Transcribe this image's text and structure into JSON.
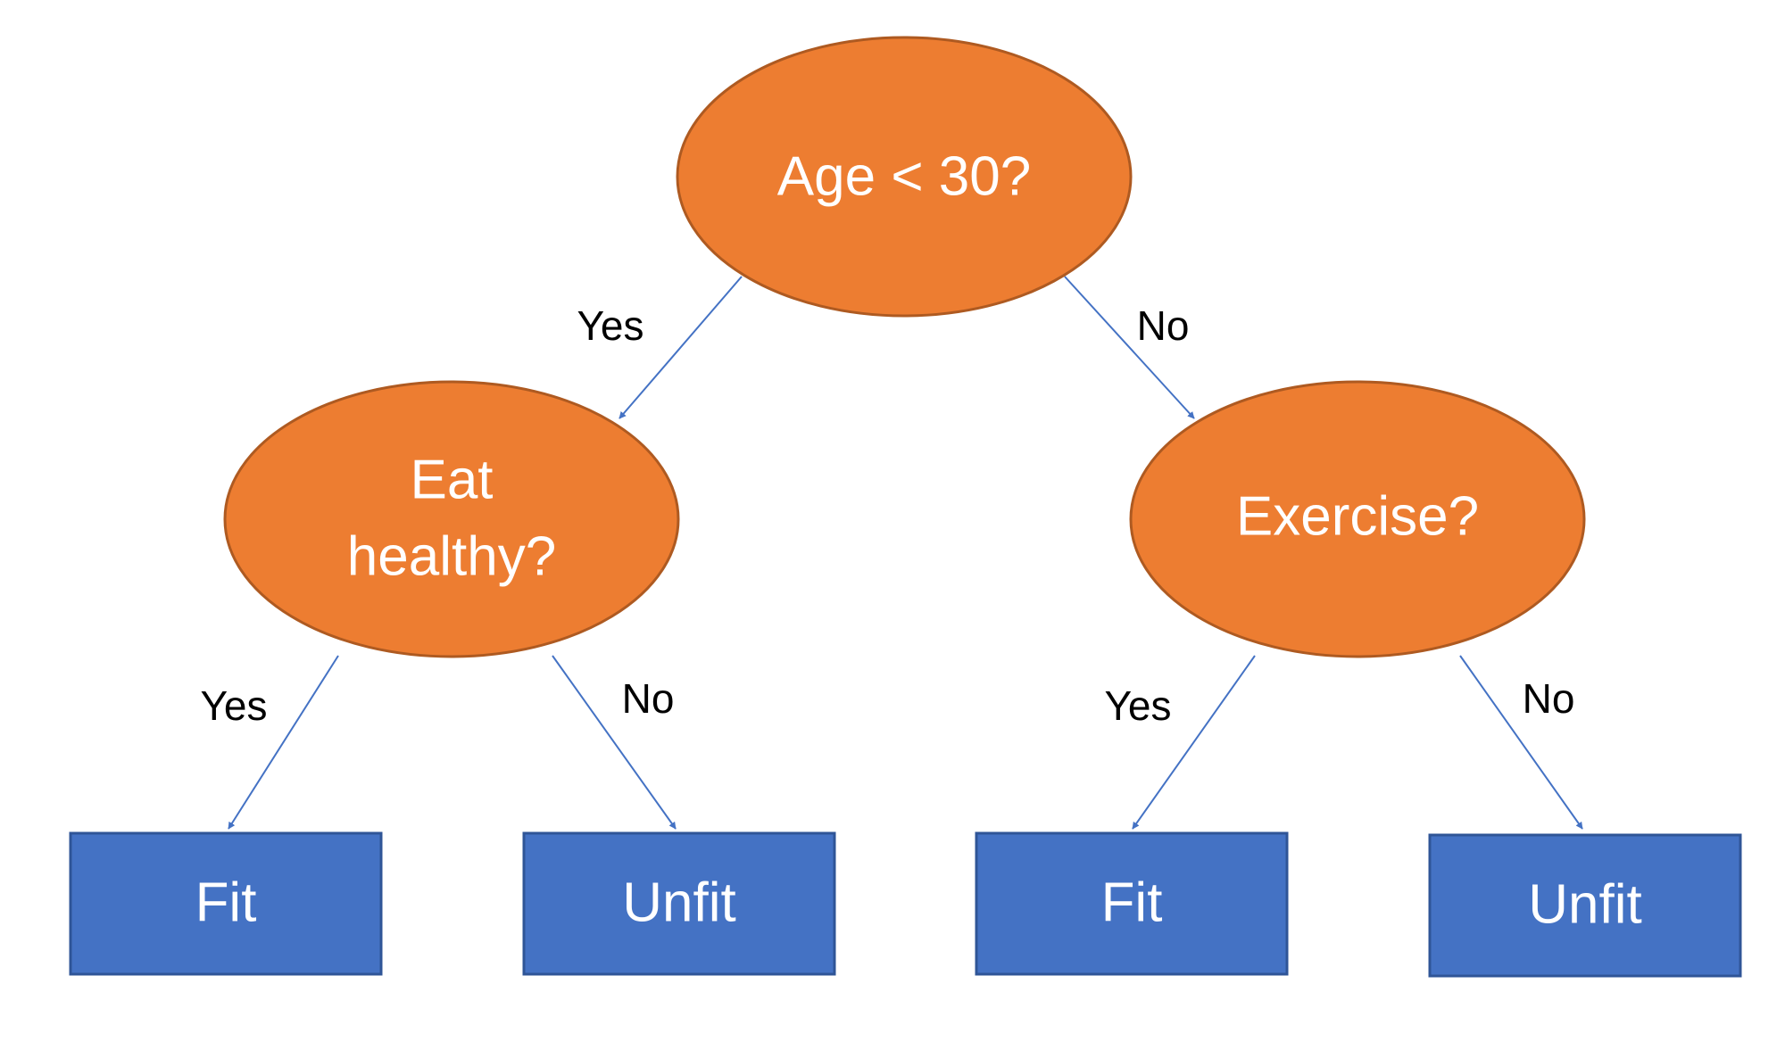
{
  "colors": {
    "decision_fill": "#ed7d31",
    "decision_stroke": "#ae5a21",
    "leaf_fill": "#4472c4",
    "leaf_stroke": "#2f5597",
    "edge": "#4472c4",
    "background": "#ffffff"
  },
  "tree": {
    "root": {
      "label": "Age < 30?"
    },
    "left": {
      "label_line1": "Eat",
      "label_line2": "healthy?"
    },
    "right": {
      "label": "Exercise?"
    },
    "leaves": {
      "ll": "Fit",
      "lr": "Unfit",
      "rl": "Fit",
      "rr": "Unfit"
    },
    "edges": {
      "root_left": "Yes",
      "root_right": "No",
      "left_left": "Yes",
      "left_right": "No",
      "right_left": "Yes",
      "right_right": "No"
    }
  }
}
